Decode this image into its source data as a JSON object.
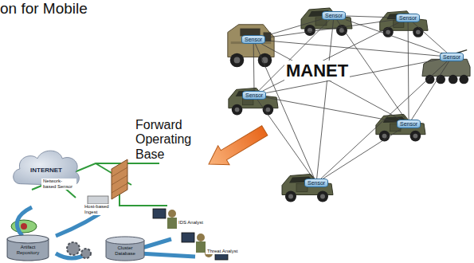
{
  "diagram": {
    "nodes": [
      {
        "text": [
          "Sensor"
        ]
      },
      {
        "text": [
          "Sensor"
        ]
      },
      {
        "text": [
          "Sensor"
        ]
      },
      {
        "text": [
          "Sensor"
        ]
      },
      {
        "text": [
          "Sensor"
        ]
      },
      {
        "text": [
          "Sensor"
        ]
      },
      {
        "text": [
          "Sensor"
        ]
      },
      {
        "text": [
          "INTERNET"
        ]
      },
      {
        "text": [
          "Artifact Repository"
        ]
      },
      {
        "text": [
          "Cluster Database"
        ]
      }
    ],
    "edges": [
      {
        "from": 0,
        "to": 1,
        "arrow": "none"
      },
      {
        "from": 0,
        "to": 2,
        "arrow": "none"
      },
      {
        "from": 0,
        "to": 3,
        "arrow": "none"
      },
      {
        "from": 0,
        "to": 4,
        "arrow": "none"
      },
      {
        "from": 0,
        "to": 5,
        "arrow": "none"
      },
      {
        "from": 0,
        "to": 6,
        "arrow": "none"
      },
      {
        "from": 1,
        "to": 2,
        "arrow": "none"
      },
      {
        "from": 1,
        "to": 3,
        "arrow": "none"
      },
      {
        "from": 1,
        "to": 4,
        "arrow": "none"
      },
      {
        "from": 1,
        "to": 5,
        "arrow": "none"
      },
      {
        "from": 1,
        "to": 6,
        "arrow": "none"
      },
      {
        "from": 2,
        "to": 3,
        "arrow": "none"
      },
      {
        "from": 2,
        "to": 4,
        "arrow": "none"
      },
      {
        "from": 2,
        "to": 5,
        "arrow": "none"
      },
      {
        "from": 3,
        "to": 4,
        "arrow": "none"
      },
      {
        "from": 3,
        "to": 5,
        "arrow": "none"
      },
      {
        "from": 3,
        "to": 6,
        "arrow": "none"
      },
      {
        "from": 4,
        "to": 5,
        "arrow": "none"
      },
      {
        "from": 4,
        "to": 6,
        "arrow": "none"
      },
      {
        "from": 5,
        "to": 6,
        "arrow": "none"
      }
    ],
    "labels": [
      "on for Mobile",
      "MANET",
      "Forward Operating Base",
      "Network-based Sensor",
      "Host-based Ingest",
      "IDS Analyst",
      "Threat Analyst"
    ]
  }
}
